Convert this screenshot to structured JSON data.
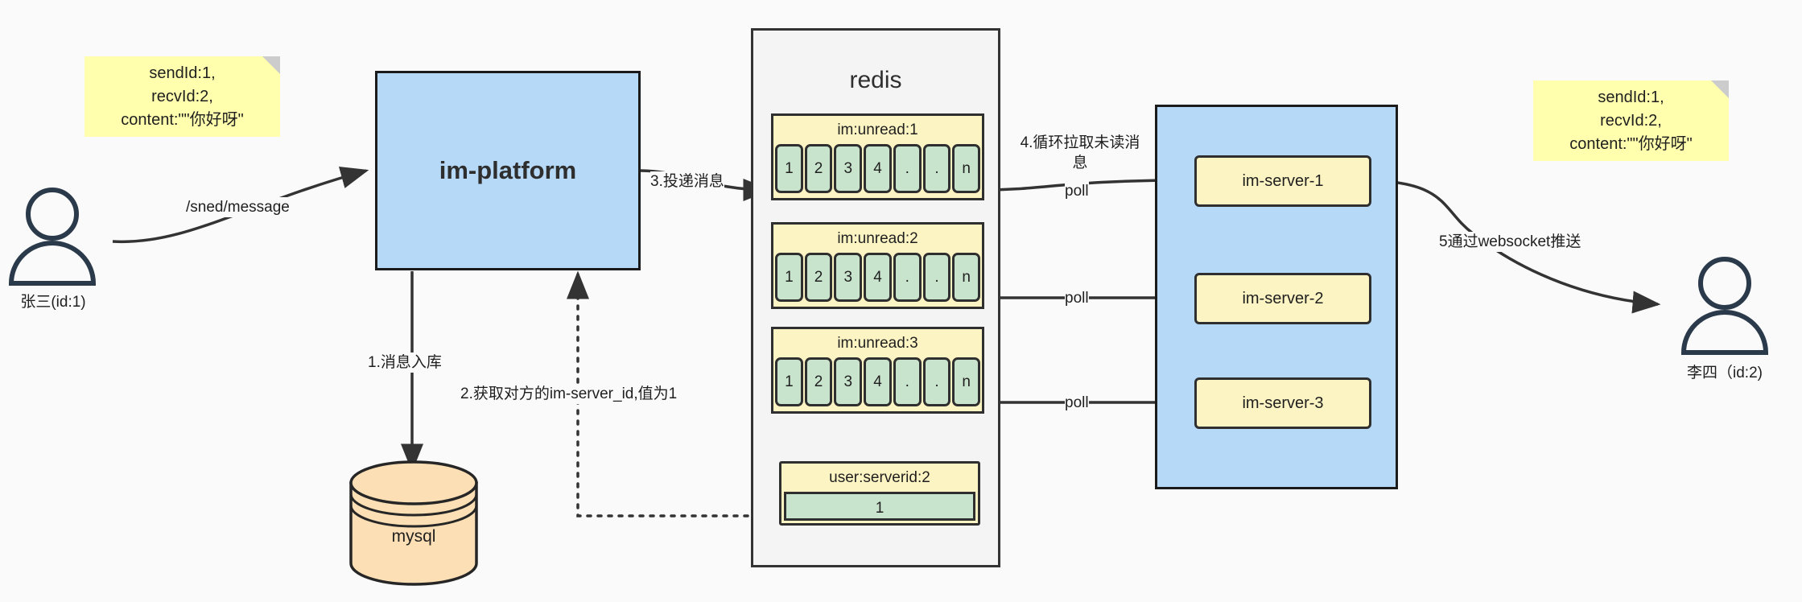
{
  "diagram": {
    "title": "IM message delivery architecture",
    "colors": {
      "note_yellow": "#ffffad",
      "box_blue": "#b5d9f7",
      "queue_yellow": "#fdf4c3",
      "cell_green": "#c9e4cd",
      "db_orange": "#fcdfb4",
      "redis_gray": "#f4f4f4",
      "stroke": "#2f2f2f",
      "background": "#fafafa"
    }
  },
  "notes": {
    "left": "sendId:1,\nrecvId:2,\ncontent:\"\"你好呀\"",
    "right": "sendId:1,\nrecvId:2,\ncontent:\"\"你好呀\""
  },
  "actors": {
    "sender": {
      "label": "张三(id:1)",
      "icon": "user-icon"
    },
    "receiver": {
      "label": "李四（id:2)",
      "icon": "user-icon"
    }
  },
  "nodes": {
    "platform": "im-platform",
    "database": "mysql",
    "redis_title": "redis"
  },
  "redis": {
    "queues": [
      {
        "key": "im:unread:1",
        "cells": [
          "1",
          "2",
          "3",
          "4",
          ".",
          ".",
          "n"
        ]
      },
      {
        "key": "im:unread:2",
        "cells": [
          "1",
          "2",
          "3",
          "4",
          ".",
          ".",
          "n"
        ]
      },
      {
        "key": "im:unread:3",
        "cells": [
          "1",
          "2",
          "3",
          "4",
          ".",
          ".",
          "n"
        ]
      }
    ],
    "kv": {
      "key": "user:serverid:2",
      "value": "1"
    }
  },
  "servers": [
    {
      "label": "im-server-1"
    },
    {
      "label": "im-server-2"
    },
    {
      "label": "im-server-3"
    }
  ],
  "edges": {
    "send_message": "/sned/message",
    "step1": "1.消息入库",
    "step2": "2.获取对方的im-server_id,值为1",
    "step3": "3.投递消息",
    "step4": "4.循环拉取未读消\n息",
    "poll1": "poll",
    "poll2": "poll",
    "poll3": "poll",
    "step5": "5通过websocket推送"
  }
}
